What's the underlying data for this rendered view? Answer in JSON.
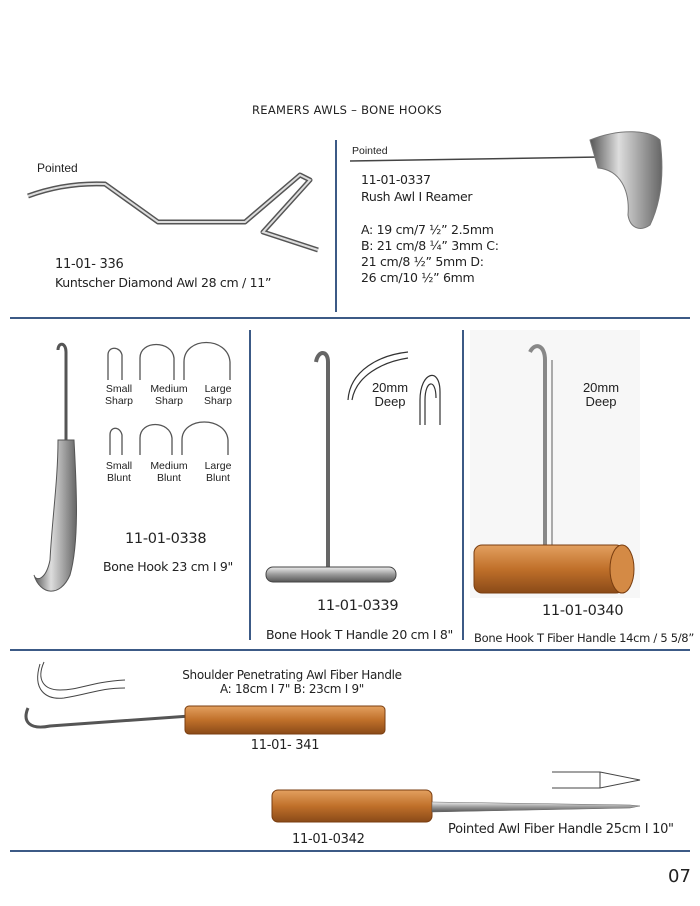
{
  "page_title": "REAMERS AWLS – BONE HOOKS",
  "page_number": "07",
  "accent_color": "#3c5a86",
  "items": {
    "i336": {
      "tip_label": "Pointed",
      "code": "11-01- 336",
      "name": "Kuntscher Diamond Awl 28 cm / 11”"
    },
    "i337": {
      "tip_label": "Pointed",
      "code": "11-01-0337",
      "name": "Rush Awl I Reamer",
      "sizes": [
        "A: 19 cm/7 ½” 2.5mm",
        "B: 21 cm/8 ¼” 3mm C:",
        "21  cm/8  ½”  5mm  D:",
        "26 cm/10 ½” 6mm"
      ]
    },
    "i338": {
      "code": "11-01-0338",
      "name": "Bone Hook 23 cm I 9\"",
      "variants": [
        [
          "Small",
          "Sharp"
        ],
        [
          "Medium",
          "Sharp"
        ],
        [
          "Large",
          "Sharp"
        ],
        [
          "Small",
          "Blunt"
        ],
        [
          "Medium",
          "Blunt"
        ],
        [
          "Large",
          "Blunt"
        ]
      ]
    },
    "i339": {
      "depth": [
        "20mm",
        "Deep"
      ],
      "code": "11-01-0339",
      "name": "Bone Hook T Handle 20 cm I 8\""
    },
    "i340": {
      "depth": [
        "20mm",
        "Deep"
      ],
      "code": "11-01-0340",
      "name": "Bone Hook T Fiber Handle 14cm / 5 5/8”"
    },
    "i341": {
      "name": "Shoulder Penetrating Awl Fiber Handle",
      "sizes": "A: 18cm I 7\" B: 23cm I 9\"",
      "code": "11-01- 341"
    },
    "i342": {
      "code": "11-01-0342",
      "name": "Pointed Awl Fiber Handle 25cm I 10\""
    }
  }
}
